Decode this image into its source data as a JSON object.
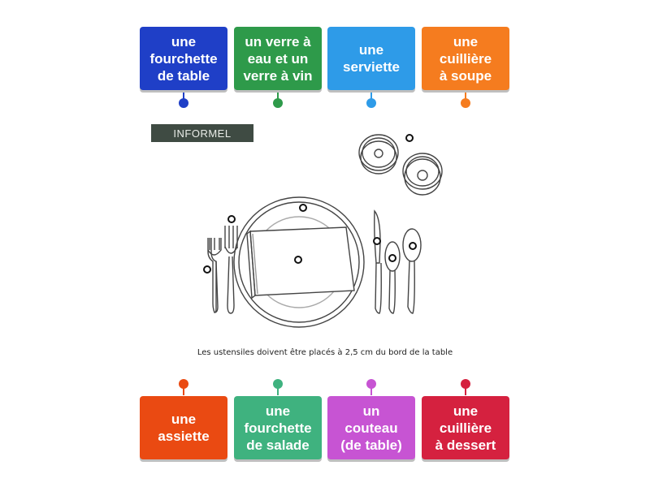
{
  "top_labels": [
    {
      "text": "une\nfourchette\nde table",
      "color": "#1f3fc7"
    },
    {
      "text": "un verre à\neau et un\nverre à vin",
      "color": "#2e9a4a"
    },
    {
      "text": "une\nserviette",
      "color": "#2e9be8"
    },
    {
      "text": "une\ncuillière\nà soupe",
      "color": "#f57c1f"
    }
  ],
  "bottom_labels": [
    {
      "text": "une\nassiette",
      "color": "#ea4a12"
    },
    {
      "text": "une\nfourchette\nde salade",
      "color": "#3fb27f"
    },
    {
      "text": "un\ncouteau\n(de table)",
      "color": "#c754d3"
    },
    {
      "text": "une\ncuillière\nà dessert",
      "color": "#d5213f"
    }
  ],
  "image": {
    "badge": "INFORMEL",
    "caption": "Les ustensiles doivent être placés à 2,5 cm du bord de la table"
  }
}
